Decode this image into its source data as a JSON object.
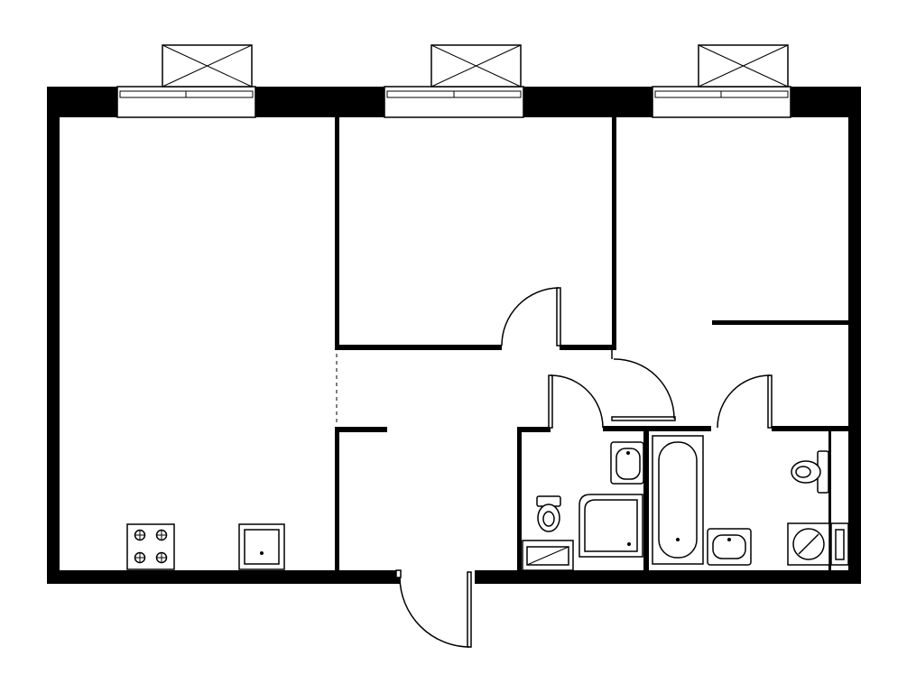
{
  "plan": {
    "background": "#ffffff",
    "ink": "#000000",
    "rooms": [
      "living-kitchen",
      "bedroom",
      "bedroom",
      "hallway",
      "toilet",
      "bathroom",
      "laundry"
    ],
    "windows": 3,
    "doors": 6,
    "fixtures": [
      "stove-icon",
      "kitchen-sink-icon",
      "toilet-icon",
      "washbasin-icon",
      "shower-tray-icon",
      "bathtub-icon",
      "washing-machine-icon"
    ]
  }
}
